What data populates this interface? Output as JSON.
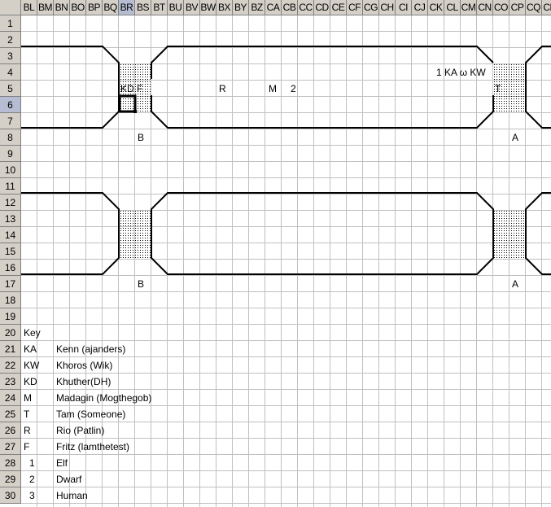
{
  "columns": [
    "BL",
    "BM",
    "BN",
    "BO",
    "BP",
    "BQ",
    "BR",
    "BS",
    "BT",
    "BU",
    "BV",
    "BW",
    "BX",
    "BY",
    "BZ",
    "CA",
    "CB",
    "CC",
    "CD",
    "CE",
    "CF",
    "CG",
    "CH",
    "CI",
    "CJ",
    "CK",
    "CL",
    "CM",
    "CN",
    "CO",
    "CP",
    "CQ",
    "CR"
  ],
  "rows": [
    "1",
    "2",
    "3",
    "4",
    "5",
    "6",
    "7",
    "8",
    "9",
    "10",
    "11",
    "12",
    "13",
    "14",
    "15",
    "16",
    "17",
    "18",
    "19",
    "20",
    "21",
    "22",
    "23",
    "24",
    "25",
    "26",
    "27",
    "28",
    "29",
    "30"
  ],
  "selected": {
    "column": "BR",
    "row": "6"
  },
  "map": {
    "upper": {
      "kd": "KD",
      "f": "F",
      "r": "R",
      "m": "M",
      "two": "2",
      "row4_right": "1 KA ω KW",
      "t": "T",
      "b": "B",
      "a": "A"
    },
    "lower": {
      "b": "B",
      "a": "A"
    }
  },
  "key": {
    "title": "Key",
    "entries": [
      {
        "code": "KA",
        "name": "Kenn (ajanders)"
      },
      {
        "code": "KW",
        "name": "Khoros (Wik)"
      },
      {
        "code": "KD",
        "name": "Khuther(DH)"
      },
      {
        "code": "M",
        "name": "Madagin (Mogthegob)"
      },
      {
        "code": "T",
        "name": "Tam (Someone)"
      },
      {
        "code": "R",
        "name": "Rio (Patlin)"
      },
      {
        "code": "F",
        "name": "Fritz (lamthetest)"
      },
      {
        "code": "1",
        "name": "Elf"
      },
      {
        "code": "2",
        "name": "Dwarf"
      },
      {
        "code": "3",
        "name": "Human"
      }
    ]
  }
}
